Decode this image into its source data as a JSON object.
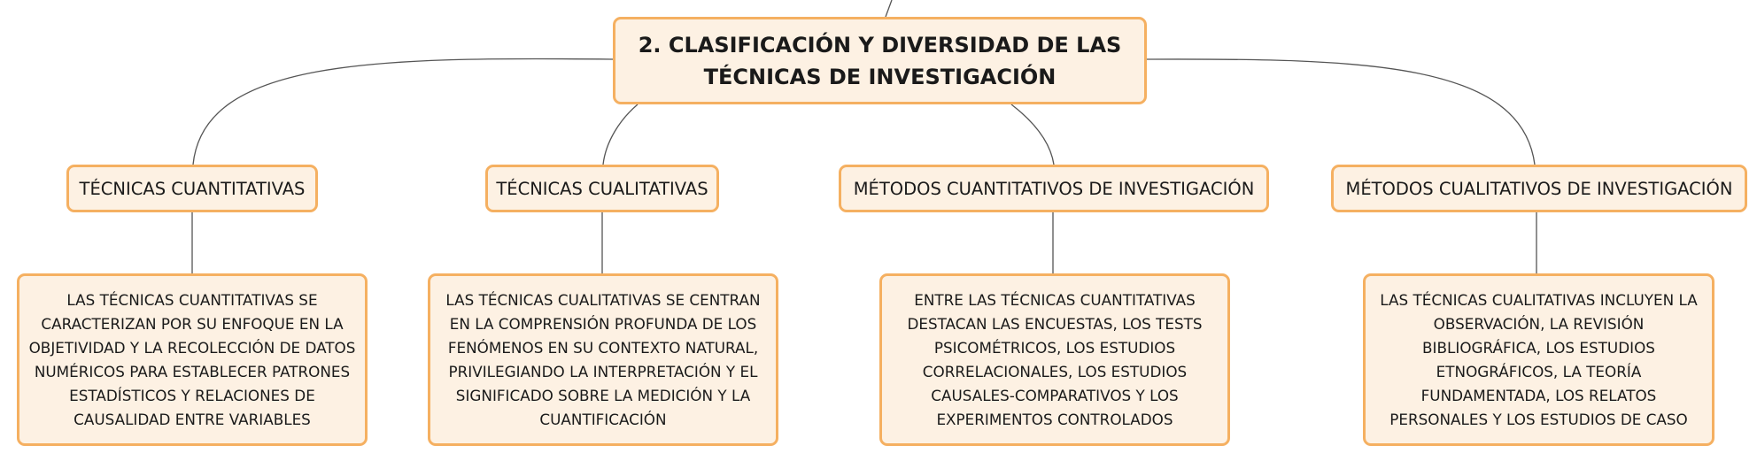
{
  "root": {
    "title": "2. CLASIFICACIÓN Y DIVERSIDAD DE LAS TÉCNICAS DE INVESTIGACIÓN"
  },
  "topics": [
    {
      "label": "TÉCNICAS CUANTITATIVAS",
      "detail": "LAS TÉCNICAS CUANTITATIVAS SE CARACTERIZAN POR SU ENFOQUE EN LA OBJETIVIDAD Y LA RECOLECCIÓN DE DATOS NUMÉRICOS PARA ESTABLECER PATRONES ESTADÍSTICOS Y RELACIONES DE CAUSALIDAD ENTRE VARIABLES"
    },
    {
      "label": "TÉCNICAS CUALITATIVAS",
      "detail": "LAS TÉCNICAS CUALITATIVAS SE CENTRAN EN LA COMPRENSIÓN PROFUNDA DE LOS FENÓMENOS EN SU CONTEXTO NATURAL, PRIVILEGIANDO LA INTERPRETACIÓN Y EL SIGNIFICADO SOBRE LA MEDICIÓN Y LA CUANTIFICACIÓN"
    },
    {
      "label": "MÉTODOS CUANTITATIVOS DE INVESTIGACIÓN",
      "detail": "ENTRE LAS TÉCNICAS CUANTITATIVAS DESTACAN LAS ENCUESTAS, LOS TESTS PSICOMÉTRICOS, LOS ESTUDIOS CORRELACIONALES, LOS ESTUDIOS CAUSALES-COMPARATIVOS Y LOS EXPERIMENTOS CONTROLADOS"
    },
    {
      "label": "MÉTODOS CUALITATIVOS DE INVESTIGACIÓN",
      "detail": "LAS TÉCNICAS CUALITATIVAS INCLUYEN LA OBSERVACIÓN, LA REVISIÓN BIBLIOGRÁFICA, LOS ESTUDIOS ETNOGRÁFICOS, LA TEORÍA FUNDAMENTADA, LOS RELATOS PERSONALES Y LOS ESTUDIOS DE CASO"
    }
  ],
  "colors": {
    "node_fill": "#fdf1e3",
    "node_border": "#f5b061",
    "connector": "#555555"
  }
}
